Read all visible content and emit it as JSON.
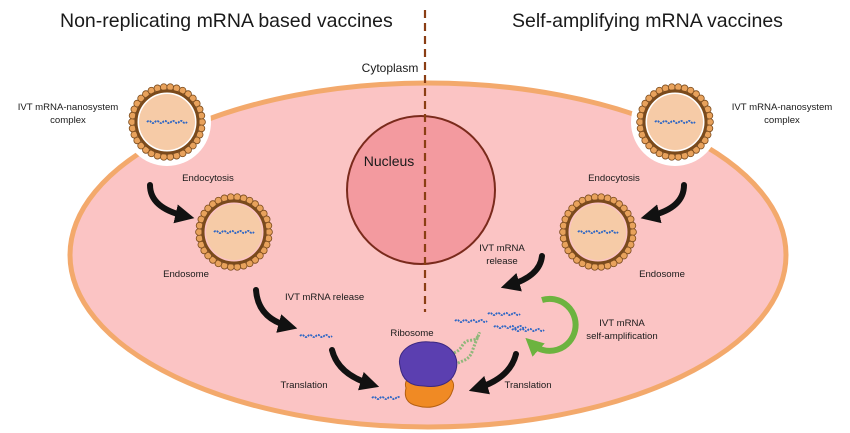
{
  "titles": {
    "left": "Non-replicating mRNA based vaccines",
    "right": "Self-amplifying mRNA vaccines"
  },
  "labels": {
    "cytoplasm": "Cytoplasm",
    "nucleus": "Nucleus",
    "ribosome": "Ribosome",
    "left_complex_line1": "IVT mRNA-nanosystem",
    "left_complex_line2": "complex",
    "right_complex_line1": "IVT mRNA-nanosystem",
    "right_complex_line2": "complex",
    "left_endocytosis": "Endocytosis",
    "right_endocytosis": "Endocytosis",
    "left_endosome": "Endosome",
    "right_endosome": "Endosome",
    "left_release": "IVT mRNA release",
    "right_release_line1": "IVT mRNA",
    "right_release_line2": "release",
    "self_amp_line1": "IVT mRNA",
    "self_amp_line2": "self-amplification",
    "left_translation": "Translation",
    "right_translation": "Translation"
  },
  "colors": {
    "cell_fill": "#fbc4c4",
    "cell_stroke": "#f3a96c",
    "nucleus_fill": "#f39a9f",
    "nucleus_stroke": "#7a2a1c",
    "divider": "#8a3e14",
    "membrane": "#7a4a1c",
    "lipid_head": "#e8a25c",
    "vesicle_core": "#f6cba7",
    "mrna": "#2d66c4",
    "ribosome_large": "#5b3fb0",
    "ribosome_small": "#f08a24",
    "protein_chain": "#8fb77a",
    "amp_arrow": "#6cb33f",
    "arrow": "#111111"
  }
}
